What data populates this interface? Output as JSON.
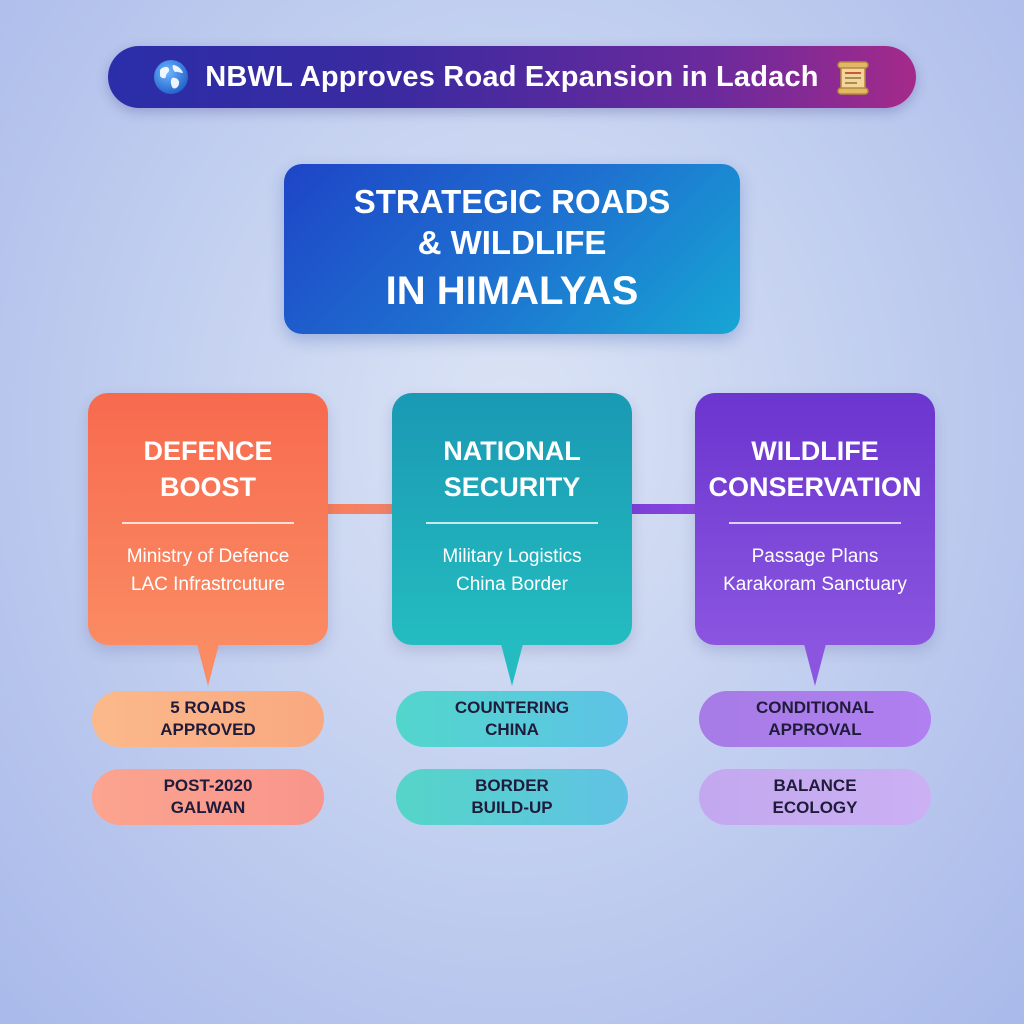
{
  "banner": {
    "title": "NBWL Approves Road Expansion in Ladach",
    "left_icon": "globe-icon",
    "right_icon": "scroll-icon"
  },
  "main_title": {
    "line1": "STRATEGIC ROADS",
    "line2": "& WILDLIFE",
    "line3": "IN HIMALYAS"
  },
  "categories": [
    {
      "title_line1": "DEFENCE",
      "title_line2": "BOOST",
      "desc_line1": "Ministry of Defence",
      "desc_line2": "LAC Infrastrcuture",
      "color": "#f76a4e",
      "pills": [
        {
          "line1": "5 ROADS",
          "line2": "APPROVED"
        },
        {
          "line1": "POST-2020",
          "line2": "GALWAN"
        }
      ]
    },
    {
      "title_line1": "NATIONAL",
      "title_line2": "SECURITY",
      "desc_line1": "Military Logistics",
      "desc_line2": "China Border",
      "color": "#1a99b4",
      "pills": [
        {
          "line1": "COUNTERING",
          "line2": "CHINA"
        },
        {
          "line1": "BORDER",
          "line2": "BUILD-UP"
        }
      ]
    },
    {
      "title_line1": "WILDLIFE",
      "title_line2": "CONSERVATION",
      "desc_line1": "Passage Plans",
      "desc_line2": "Karakoram Sanctuary",
      "color": "#6b35cf",
      "pills": [
        {
          "line1": "CONDITIONAL",
          "line2": "APPROVAL"
        },
        {
          "line1": "BALANCE",
          "line2": "ECOLOGY"
        }
      ]
    }
  ]
}
